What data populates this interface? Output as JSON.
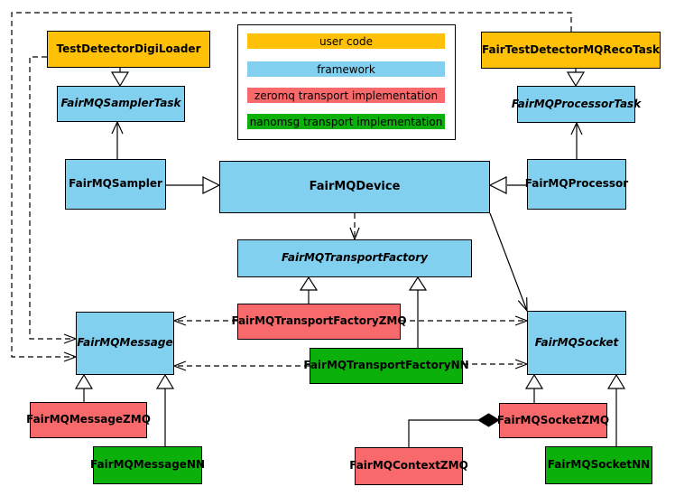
{
  "palette": {
    "user_code": "#ffc107",
    "framework": "#82d0f0",
    "zeromq": "#f8696b",
    "nanomsg": "#0bb00b",
    "line": "#000000",
    "background": "#ffffff"
  },
  "legend": {
    "items": [
      {
        "label": "user code",
        "color": "#ffc107",
        "color_key": "user_code"
      },
      {
        "label": "framework",
        "color": "#82d0f0",
        "color_key": "framework"
      },
      {
        "label": "zeromq transport implementation",
        "color": "#f8696b",
        "color_key": "zeromq"
      },
      {
        "label": "nanomsg transport implementation",
        "color": "#0bb00b",
        "color_key": "nanomsg"
      }
    ]
  },
  "nodes": {
    "test_detector_digi_loader": {
      "label": "TestDetectorDigiLoader",
      "category": "user code",
      "abstract": false
    },
    "fair_test_detector_mq_reco_task": {
      "label": "FairTestDetectorMQRecoTask",
      "category": "user code",
      "abstract": false
    },
    "fairmq_sampler_task": {
      "label": "FairMQSamplerTask",
      "category": "framework",
      "abstract": true
    },
    "fairmq_processor_task": {
      "label": "FairMQProcessorTask",
      "category": "framework",
      "abstract": true
    },
    "fairmq_sampler": {
      "label": "FairMQSampler",
      "category": "framework",
      "abstract": false
    },
    "fairmq_device": {
      "label": "FairMQDevice",
      "category": "framework",
      "abstract": false
    },
    "fairmq_processor": {
      "label": "FairMQProcessor",
      "category": "framework",
      "abstract": false
    },
    "fairmq_transport_factory": {
      "label": "FairMQTransportFactory",
      "category": "framework",
      "abstract": true
    },
    "fairmq_transport_factory_zmq": {
      "label": "FairMQTransportFactoryZMQ",
      "category": "zeromq",
      "abstract": false
    },
    "fairmq_transport_factory_nn": {
      "label": "FairMQTransportFactoryNN",
      "category": "nanomsg",
      "abstract": false
    },
    "fairmq_message": {
      "label": "FairMQMessage",
      "category": "framework",
      "abstract": true
    },
    "fairmq_socket": {
      "label": "FairMQSocket",
      "category": "framework",
      "abstract": true
    },
    "fairmq_message_zmq": {
      "label": "FairMQMessageZMQ",
      "category": "zeromq",
      "abstract": false
    },
    "fairmq_message_nn": {
      "label": "FairMQMessageNN",
      "category": "nanomsg",
      "abstract": false
    },
    "fairmq_socket_zmq": {
      "label": "FairMQSocketZMQ",
      "category": "zeromq",
      "abstract": false
    },
    "fairmq_socket_nn": {
      "label": "FairMQSocketNN",
      "category": "nanomsg",
      "abstract": false
    },
    "fairmq_context_zmq": {
      "label": "FairMQContextZMQ",
      "category": "zeromq",
      "abstract": false
    }
  },
  "edges": [
    {
      "from": "TestDetectorDigiLoader",
      "to": "FairMQSamplerTask",
      "kind": "generalization",
      "style": "solid-hollow-triangle"
    },
    {
      "from": "FairTestDetectorMQRecoTask",
      "to": "FairMQProcessorTask",
      "kind": "generalization",
      "style": "solid-hollow-triangle"
    },
    {
      "from": "FairMQSampler",
      "to": "FairMQDevice",
      "kind": "generalization",
      "style": "solid-hollow-triangle"
    },
    {
      "from": "FairMQProcessor",
      "to": "FairMQDevice",
      "kind": "generalization",
      "style": "solid-hollow-triangle"
    },
    {
      "from": "FairMQSampler",
      "to": "FairMQSamplerTask",
      "kind": "association",
      "style": "solid-open-arrow"
    },
    {
      "from": "FairMQProcessor",
      "to": "FairMQProcessorTask",
      "kind": "association",
      "style": "solid-open-arrow"
    },
    {
      "from": "FairMQDevice",
      "to": "FairMQTransportFactory",
      "kind": "dependency",
      "style": "dashed-open-arrow"
    },
    {
      "from": "FairMQDevice",
      "to": "FairMQSocket",
      "kind": "association",
      "style": "solid-open-arrow"
    },
    {
      "from": "FairMQTransportFactoryZMQ",
      "to": "FairMQTransportFactory",
      "kind": "generalization",
      "style": "solid-hollow-triangle"
    },
    {
      "from": "FairMQTransportFactoryNN",
      "to": "FairMQTransportFactory",
      "kind": "generalization",
      "style": "solid-hollow-triangle"
    },
    {
      "from": "FairMQTransportFactoryZMQ",
      "to": "FairMQMessage",
      "kind": "dependency",
      "style": "dashed-open-arrow"
    },
    {
      "from": "FairMQTransportFactoryZMQ",
      "to": "FairMQSocket",
      "kind": "dependency",
      "style": "dashed-open-arrow"
    },
    {
      "from": "FairMQTransportFactoryNN",
      "to": "FairMQMessage",
      "kind": "dependency",
      "style": "dashed-open-arrow"
    },
    {
      "from": "FairMQTransportFactoryNN",
      "to": "FairMQSocket",
      "kind": "dependency",
      "style": "dashed-open-arrow"
    },
    {
      "from": "TestDetectorDigiLoader",
      "to": "FairMQMessage",
      "kind": "dependency",
      "style": "dashed-open-arrow"
    },
    {
      "from": "FairTestDetectorMQRecoTask",
      "to": "FairMQMessage",
      "kind": "dependency",
      "style": "dashed-open-arrow"
    },
    {
      "from": "FairMQMessageZMQ",
      "to": "FairMQMessage",
      "kind": "generalization",
      "style": "solid-hollow-triangle"
    },
    {
      "from": "FairMQMessageNN",
      "to": "FairMQMessage",
      "kind": "generalization",
      "style": "solid-hollow-triangle"
    },
    {
      "from": "FairMQSocketZMQ",
      "to": "FairMQSocket",
      "kind": "generalization",
      "style": "solid-hollow-triangle"
    },
    {
      "from": "FairMQSocketNN",
      "to": "FairMQSocket",
      "kind": "generalization",
      "style": "solid-hollow-triangle"
    },
    {
      "from": "FairMQSocketZMQ",
      "to": "FairMQContextZMQ",
      "kind": "composition",
      "style": "solid-filled-diamond"
    }
  ]
}
